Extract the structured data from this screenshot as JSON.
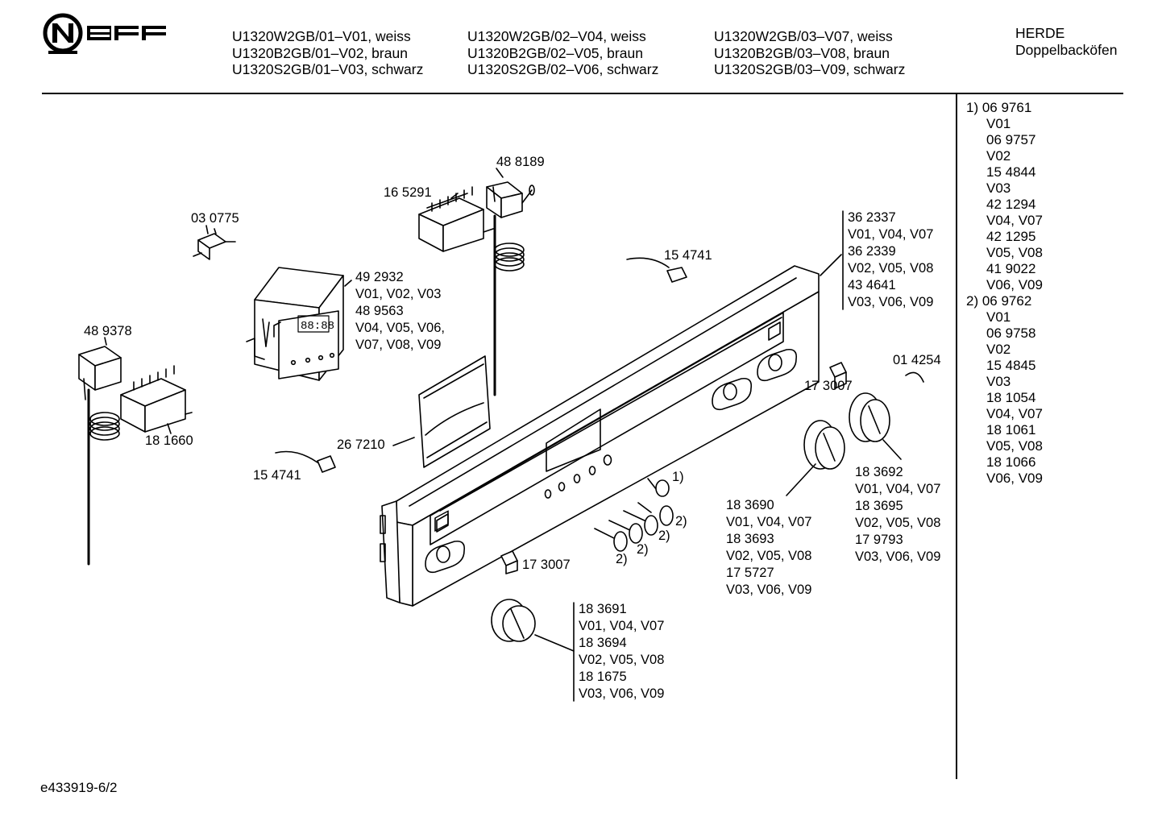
{
  "brand": {
    "logo_text": "NEFF"
  },
  "header": {
    "columns": [
      [
        "U1320W2GB/01–V01, weiss",
        "U1320B2GB/01–V02, braun",
        "U1320S2GB/01–V03, schwarz"
      ],
      [
        "U1320W2GB/02–V04, weiss",
        "U1320B2GB/02–V05, braun",
        "U1320S2GB/02–V06, schwarz"
      ],
      [
        "U1320W2GB/03–V07, weiss",
        "U1320B2GB/03–V08, braun",
        "U1320S2GB/03–V09, schwarz"
      ]
    ],
    "category": "HERDE",
    "subcategory": "Doppelbacköfen"
  },
  "side_notes": [
    "1) 06 9761",
    "V01",
    "06 9757",
    "V02",
    "15 4844",
    "V03",
    "42 1294",
    "V04, V07",
    "42 1295",
    "V05, V08",
    "41 9022",
    "V06, V09",
    "2) 06 9762",
    "V01",
    "06 9758",
    "V02",
    "15 4845",
    "V03",
    "18 1054",
    "V04, V07",
    "18 1061",
    "V05, V08",
    "18 1066",
    "V06, V09"
  ],
  "parts": {
    "p488189": "48 8189",
    "p165291": "16 5291",
    "p030775": "03 0775",
    "p154741a": "15 4741",
    "p362337": [
      "36 2337",
      "V01, V04, V07",
      "36 2339",
      "V02, V05, V08",
      "43 4641",
      "V03, V06, V09"
    ],
    "p492932": [
      "49 2932",
      "V01, V02, V03",
      "48 9563",
      "V04, V05, V06,",
      "V07, V08, V09"
    ],
    "p489378": "48 9378",
    "p181660": "18 1660",
    "p267210": "26 7210",
    "p154741b": "15 4741",
    "p014254": "01 4254",
    "p173007a": "17 3007",
    "p173007b": "17 3007",
    "note1": "1)",
    "note2a": "2)",
    "note2b": "2)",
    "note2c": "2)",
    "note2d": "2)",
    "p183690": [
      "18 3690",
      "V01, V04, V07",
      "18 3693",
      "V02, V05, V08",
      "17 5727",
      "V03, V06, V09"
    ],
    "p183692": [
      "18 3692",
      "V01, V04, V07",
      "18 3695",
      "V02, V05, V08",
      "17 9793",
      "V03, V06, V09"
    ],
    "p183691": [
      "18 3691",
      "V01, V04, V07",
      "18 3694",
      "V02, V05, V08",
      "18 1675",
      "V03, V06, V09"
    ]
  },
  "footer": {
    "drawing_id": "e433919-6/2"
  }
}
